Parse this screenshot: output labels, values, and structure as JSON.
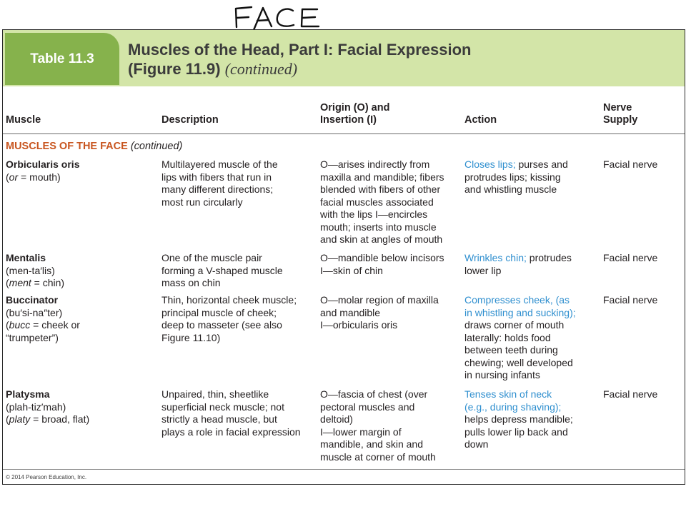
{
  "handwritten_title": "FACE",
  "banner": {
    "table_label": "Table 11.3",
    "title_line1": "Muscles of the Head, Part I: Facial Expression",
    "title_line2_bold": "(Figure 11.9)",
    "title_line2_ital": "(continued)"
  },
  "columns": {
    "muscle": "Muscle",
    "description": "Description",
    "origin_line1": "Origin (O) and",
    "origin_line2": "Insertion (I)",
    "action": "Action",
    "nerve_line1": "Nerve",
    "nerve_line2": "Supply"
  },
  "section": {
    "label": "MUSCLES OF THE FACE",
    "continued": "(continued)"
  },
  "rows": [
    {
      "name": "Orbicularis oris",
      "etym": [
        [
          "(",
          "or",
          " = mouth)"
        ]
      ],
      "description": [
        "Multilayered muscle of the",
        "lips with fibers that run in",
        "many different directions;",
        "most run circularly"
      ],
      "origin": [
        "O—arises indirectly from",
        "maxilla and mandible; fibers",
        "blended with fibers of other",
        "facial muscles associated",
        "with the lips I—encircles",
        "mouth; inserts into muscle",
        "and skin at angles of mouth"
      ],
      "action_blue": [
        "Closes lips;"
      ],
      "action_black": [
        " purses and",
        "protrudes lips; kissing",
        "and whistling muscle"
      ],
      "nerve": "Facial nerve"
    },
    {
      "name": "Mentalis",
      "etym": [
        [
          "",
          "",
          "(men-ta′lis)"
        ],
        [
          "(",
          "ment",
          " = chin)"
        ]
      ],
      "description": [
        "One of the muscle pair",
        "forming a V-shaped muscle",
        "mass on chin"
      ],
      "origin": [
        "O—mandible below incisors",
        "I—skin of chin"
      ],
      "action_blue": [
        "Wrinkles chin;"
      ],
      "action_black": [
        " protrudes",
        "lower lip"
      ],
      "nerve": "Facial nerve"
    },
    {
      "name": "Buccinator",
      "etym": [
        [
          "",
          "",
          "(bu′si-na″ter)"
        ],
        [
          "(",
          "bucc",
          " = cheek or"
        ],
        [
          "",
          "",
          "“trumpeter”)"
        ]
      ],
      "description": [
        "Thin, horizontal cheek muscle;",
        "principal muscle of cheek;",
        "deep to masseter (see also",
        "Figure 11.10)"
      ],
      "origin": [
        "O—molar region of maxilla",
        "and mandible",
        "I—orbicularis oris"
      ],
      "action_blue": [
        "Compresses cheek, (as",
        "in whistling and sucking);"
      ],
      "action_black": [
        "draws corner of mouth",
        "laterally: holds food",
        "between teeth during",
        "chewing; well developed",
        "in nursing infants"
      ],
      "nerve": "Facial nerve"
    },
    {
      "name": "Platysma",
      "etym": [
        [
          "",
          "",
          "(plah-tiz′mah)"
        ],
        [
          "(",
          "platy",
          " = broad, flat)"
        ]
      ],
      "description": [
        "Unpaired, thin, sheetlike",
        "superficial neck muscle; not",
        "strictly a head muscle, but",
        "plays a role in facial expression"
      ],
      "origin": [
        "O—fascia of chest (over",
        "pectoral muscles and",
        "deltoid)",
        "I—lower margin of",
        "mandible, and skin and",
        "muscle at corner of mouth"
      ],
      "action_blue": [
        "Tenses skin of neck",
        "(e.g., during shaving);"
      ],
      "action_black": [
        "helps depress mandible;",
        "pulls lower lip back and",
        "down"
      ],
      "nerve": "Facial nerve"
    }
  ],
  "copyright": "© 2014 Pearson Education, Inc."
}
